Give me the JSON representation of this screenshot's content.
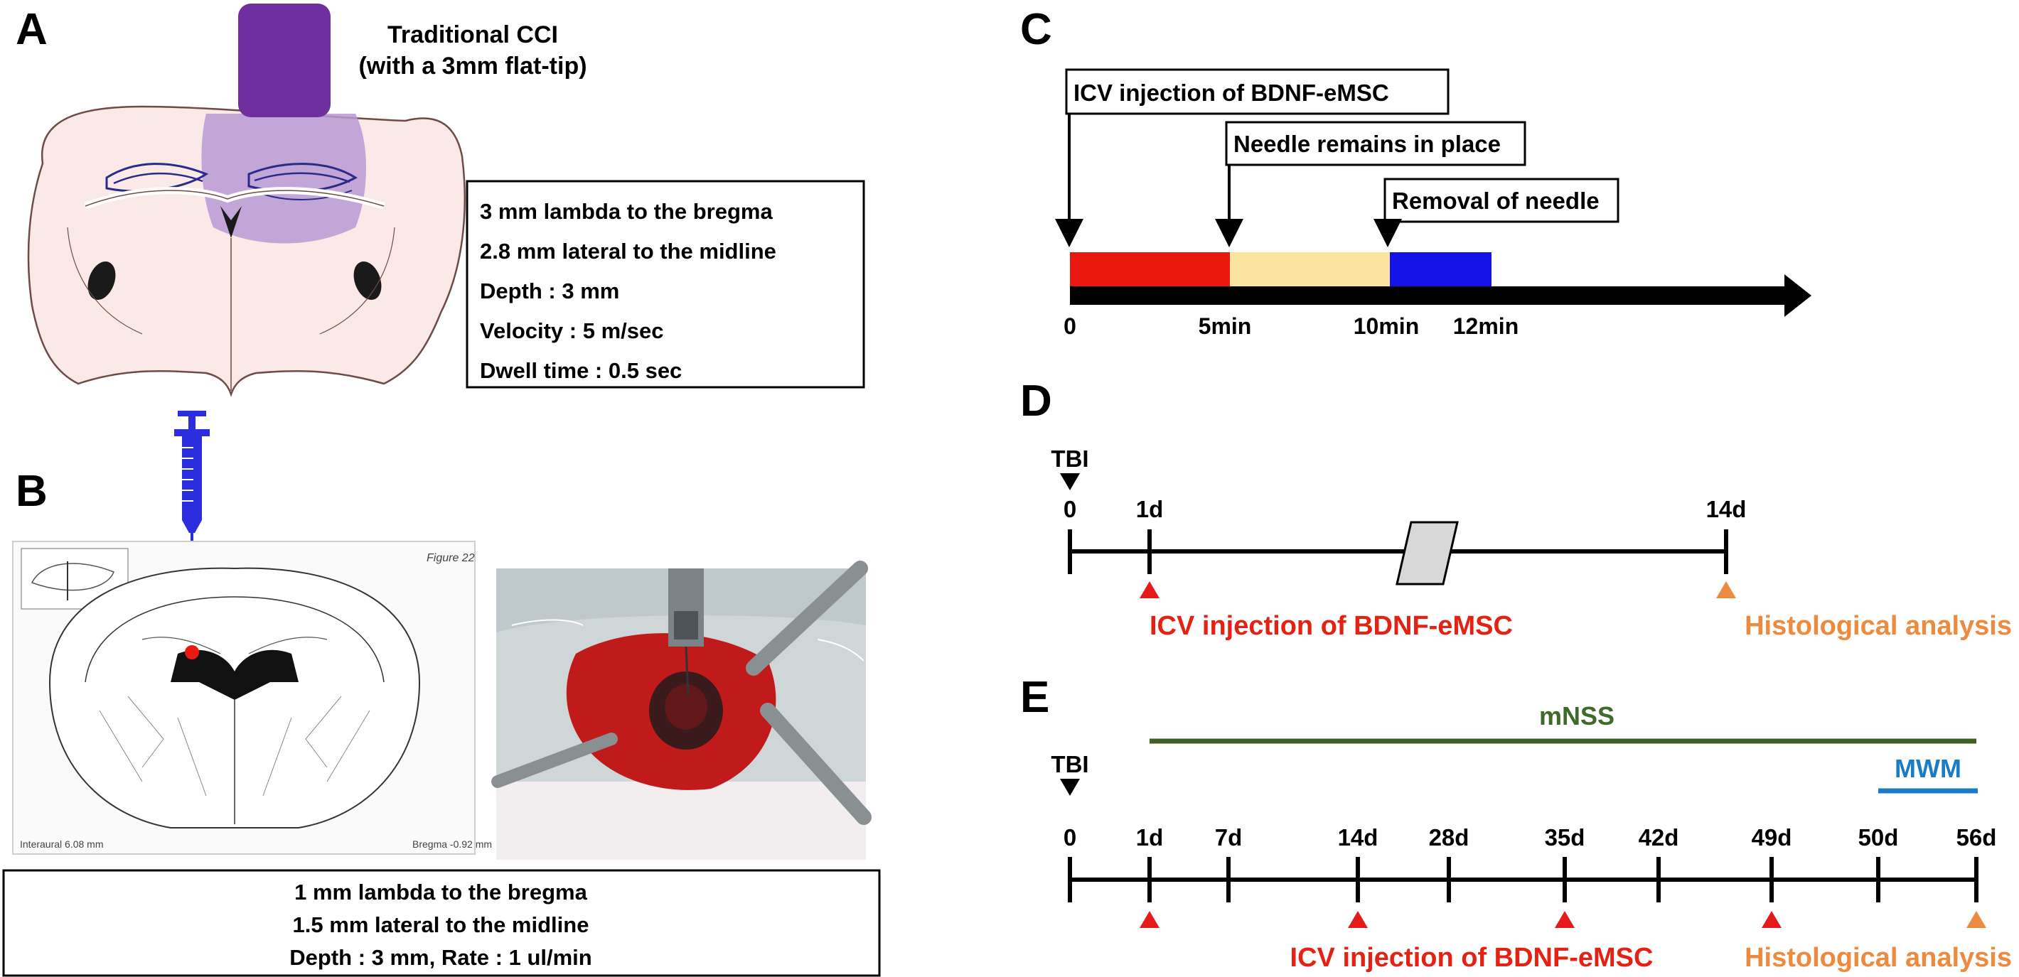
{
  "colors": {
    "cci_purple": "#6f2f9f",
    "cci_light_purple": "#b79ad4",
    "brain_fill": "#fbe9e7",
    "red": "#e8190f",
    "beige": "#fde3a0",
    "blue": "#1414e6",
    "red_text": "#e32214",
    "orange_text": "#ee8a3d",
    "green_text": "#3f6b2a",
    "green_line": "#3f6020",
    "blue_text": "#1a7cc4",
    "syringe_blue": "#2d2de0",
    "marker_red": "#e51a1a",
    "marker_orange": "#ee8a3d",
    "gray_break": "#d8d8d8"
  },
  "icons": {
    "injection_marker": "red-triangle",
    "histology_marker": "orange-triangle",
    "tbi_marker": "black-down-triangle"
  },
  "panel_a": {
    "letter": "A",
    "device_title_line1": "Traditional CCI",
    "device_title_line2": "(with a 3mm flat-tip)",
    "params": [
      "3 mm lambda to the bregma",
      "2.8 mm lateral to the midline",
      "Depth : 3 mm",
      "Velocity : 5 m/sec",
      "Dwell time : 0.5 sec"
    ]
  },
  "panel_b": {
    "letter": "B",
    "atlas_figure_label": "Figure 22",
    "atlas_interaural": "Interaural 6.08 mm",
    "atlas_bregma": "Bregma -0.92 mm",
    "params": [
      "1 mm lambda to the bregma",
      "1.5 mm lateral to the midline",
      "Depth : 3 mm, Rate : 1 ul/min"
    ]
  },
  "panel_c": {
    "letter": "C",
    "events": [
      "ICV injection of BDNF-eMSC",
      "Needle remains in place",
      "Removal of needle"
    ],
    "ticks": [
      "0",
      "5min",
      "10min",
      "12min"
    ]
  },
  "panel_d": {
    "letter": "D",
    "tbi_label": "TBI",
    "ticks": [
      "0",
      "1d",
      "14d"
    ],
    "injection_label": "ICV injection of BDNF-eMSC",
    "histology_label": "Histological analysis"
  },
  "panel_e": {
    "letter": "E",
    "tbi_label": "TBI",
    "ticks": [
      "0",
      "1d",
      "7d",
      "14d",
      "28d",
      "35d",
      "42d",
      "49d",
      "50d",
      "56d"
    ],
    "mnss_label": "mNSS",
    "mwm_label": "MWM",
    "injection_label": "ICV injection of BDNF-eMSC",
    "histology_label": "Histological analysis"
  }
}
